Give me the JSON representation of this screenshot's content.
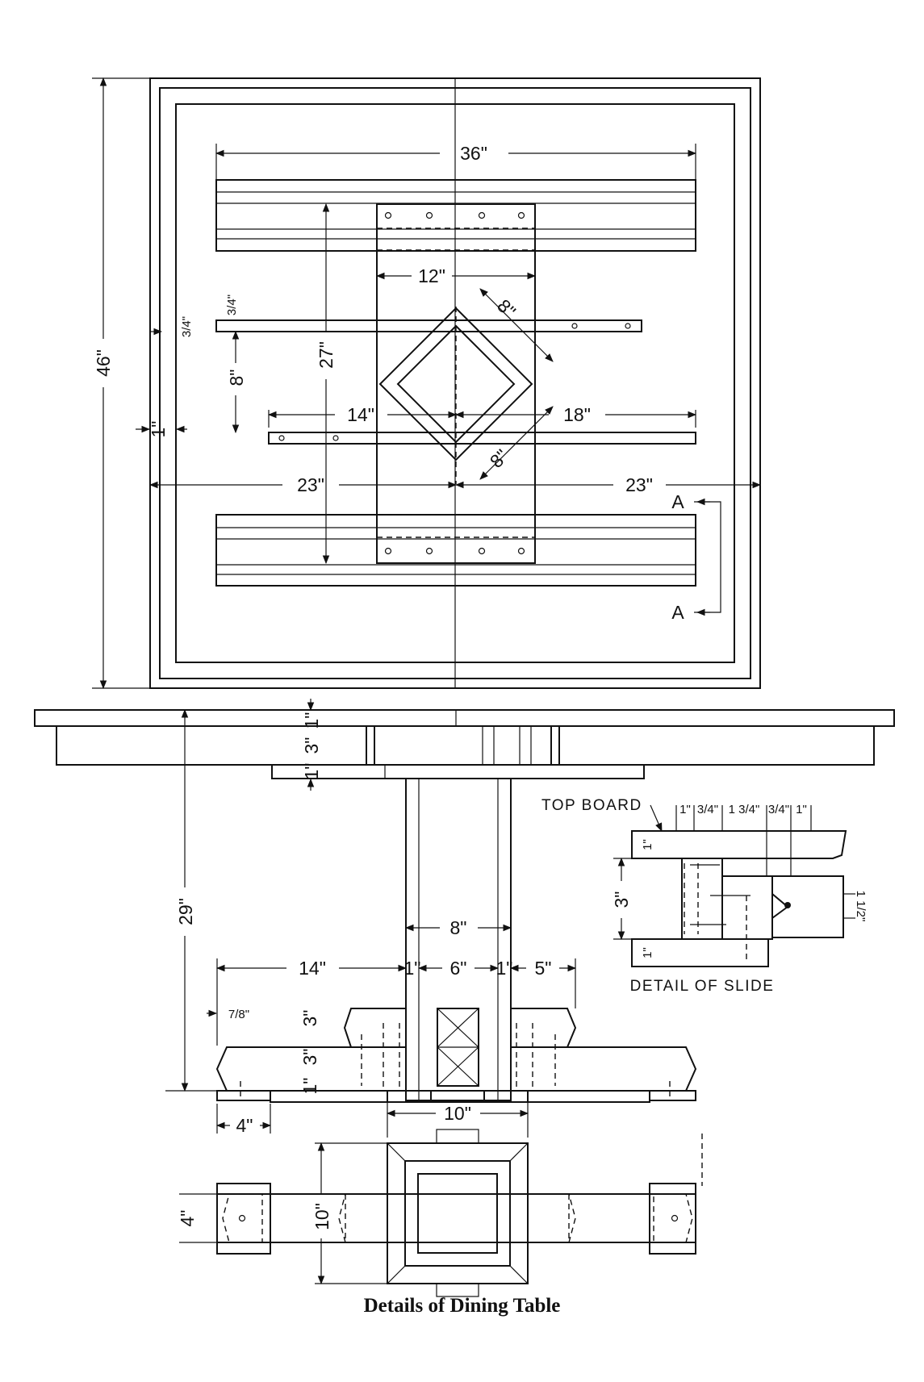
{
  "title": "Details of Dining Table",
  "plan_view": {
    "overall": "46\"",
    "rail_length": "36\"",
    "center_board_width": "12\"",
    "center_board_length": "27\"",
    "slide_spacing": "8\"",
    "slide_thickness": "3/4\"",
    "edge_inset": "3/4\"",
    "border": "1\"",
    "left_slide": "14\"",
    "right_slide": "18\"",
    "half_left": "23\"",
    "half_right": "23\"",
    "column_side_a": "8\"",
    "column_side_b": "8\"",
    "section_mark": "A",
    "section_mark_2": "A"
  },
  "elevation": {
    "top_thickness": "1\"",
    "apron": "3\"",
    "cleat": "1\"",
    "height": "29\"",
    "column_width": "8\"",
    "foot_length": "14\"",
    "column_wall_left": "1\"",
    "column_core": "6\"",
    "column_wall_right": "1\"",
    "foot_overhang": "5\"",
    "bevel": "7/8\"",
    "upper_block": "3\"",
    "lower_block": "3\"",
    "base_plate": "1\"",
    "pad": "4\"",
    "base_width": "10\""
  },
  "base_plan": {
    "depth": "10\"",
    "foot_width": "4\""
  },
  "detail": {
    "top_board_label": "TOP BOARD",
    "title": "DETAIL OF SLIDE",
    "w1": "1\"",
    "w2": "3/4\"",
    "w3": "1 3/4\"",
    "w4": "3/4\"",
    "w5": "1\"",
    "top": "1\"",
    "height": "3\"",
    "bottom": "1\"",
    "hole": "1 1/2\""
  }
}
